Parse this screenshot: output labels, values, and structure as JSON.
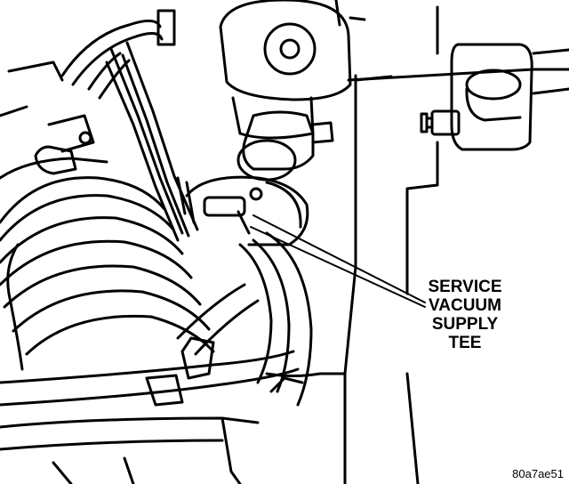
{
  "callout": {
    "lines": [
      "SERVICE",
      "VACUUM",
      "SUPPLY",
      "TEE"
    ]
  },
  "figure_code": "80a7ae51"
}
